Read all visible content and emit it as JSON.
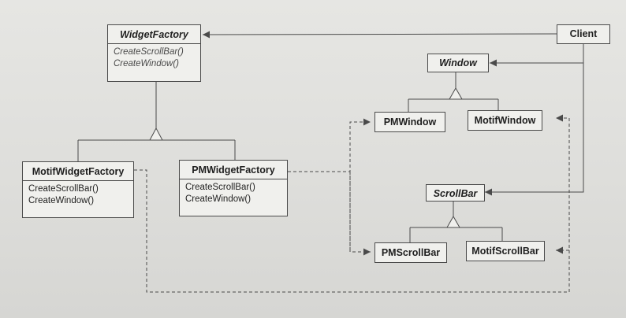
{
  "classes": {
    "widget_factory": {
      "name": "WidgetFactory",
      "ops": [
        "CreateScrollBar()",
        "CreateWindow()"
      ]
    },
    "motif_widget_factory": {
      "name": "MotifWidgetFactory",
      "ops": [
        "CreateScrollBar()",
        "CreateWindow()"
      ]
    },
    "pm_widget_factory": {
      "name": "PMWidgetFactory",
      "ops": [
        "CreateScrollBar()",
        "CreateWindow()"
      ]
    },
    "client": {
      "name": "Client"
    },
    "window": {
      "name": "Window"
    },
    "pm_window": {
      "name": "PMWindow"
    },
    "motif_window": {
      "name": "MotifWindow"
    },
    "scroll_bar": {
      "name": "ScrollBar"
    },
    "pm_scroll_bar": {
      "name": "PMScrollBar"
    },
    "motif_scroll_bar": {
      "name": "MotifScrollBar"
    }
  },
  "colors": {
    "line": "#4a4a4a",
    "box_fill": "#f0f0ed"
  }
}
